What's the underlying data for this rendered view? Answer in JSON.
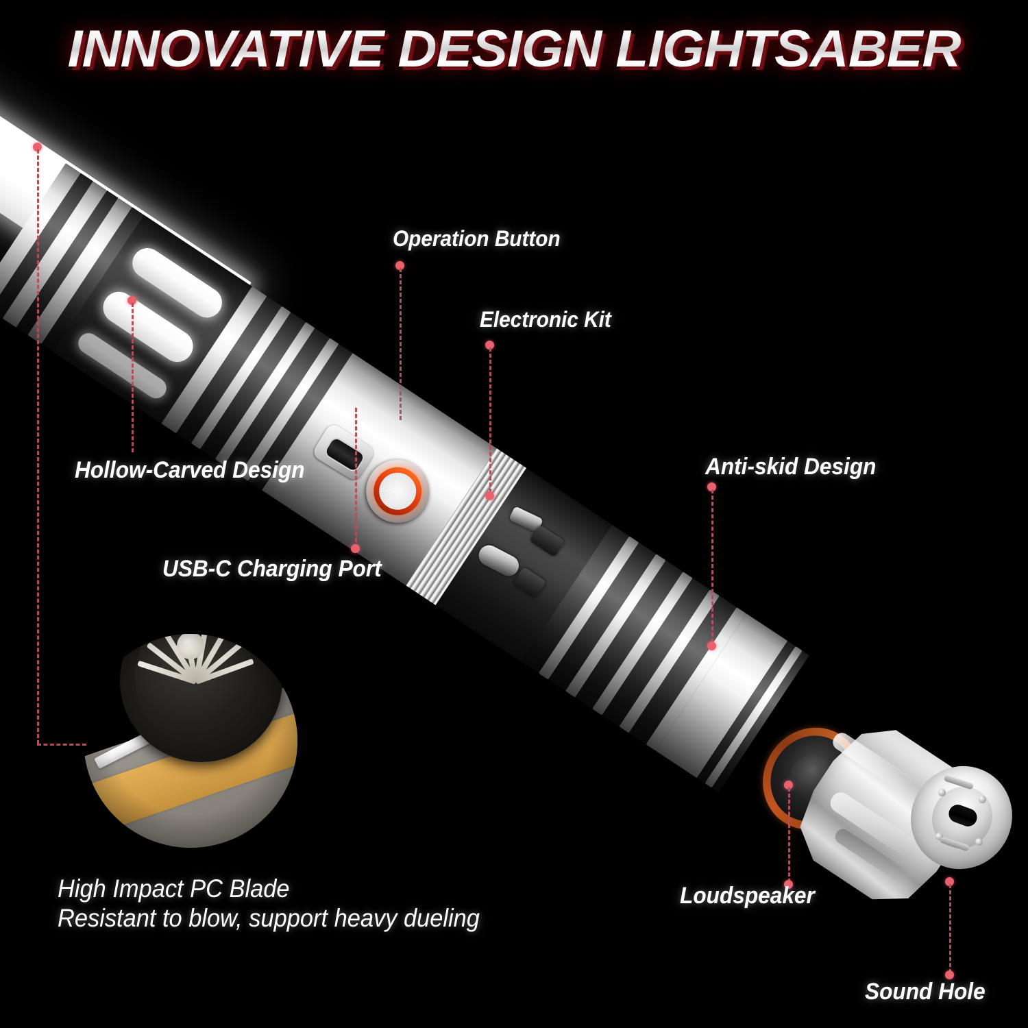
{
  "header": {
    "title": "INNOVATIVE DESIGN LIGHTSABER",
    "title_color": "#ffffff",
    "title_shadow_color": "#6e0e13"
  },
  "theme": {
    "background": "#000000",
    "leader_line_color": "#b05059",
    "leader_dot_color": "#e8616d",
    "label_color": "#ffffff",
    "accent_button_color": "#e43f10",
    "speaker_bezel_color": "#c2551f"
  },
  "callouts": [
    {
      "id": "hollow-carved-design",
      "label": "Hollow-Carved Design"
    },
    {
      "id": "usb-c-charging-port",
      "label": "USB-C Charging Port"
    },
    {
      "id": "operation-button",
      "label": "Operation Button"
    },
    {
      "id": "electronic-kit",
      "label": "Electronic Kit"
    },
    {
      "id": "anti-skid-design",
      "label": "Anti-skid Design"
    },
    {
      "id": "loudspeaker",
      "label": "Loudspeaker"
    },
    {
      "id": "sound-hole",
      "label": "Sound Hole"
    }
  ],
  "blade_feature": {
    "line1": "High Impact PC Blade",
    "line2": "Resistant to blow, support heavy dueling"
  },
  "inset_photo": {
    "name": "car-wheel-rolling-over-blade",
    "description": "Car tire on pavement rolling over a white lightsaber blade beside a yellow road line"
  },
  "product": {
    "blade_color": "#ffffff",
    "hilt_finish": "silver-and-black anodized aluminum"
  }
}
